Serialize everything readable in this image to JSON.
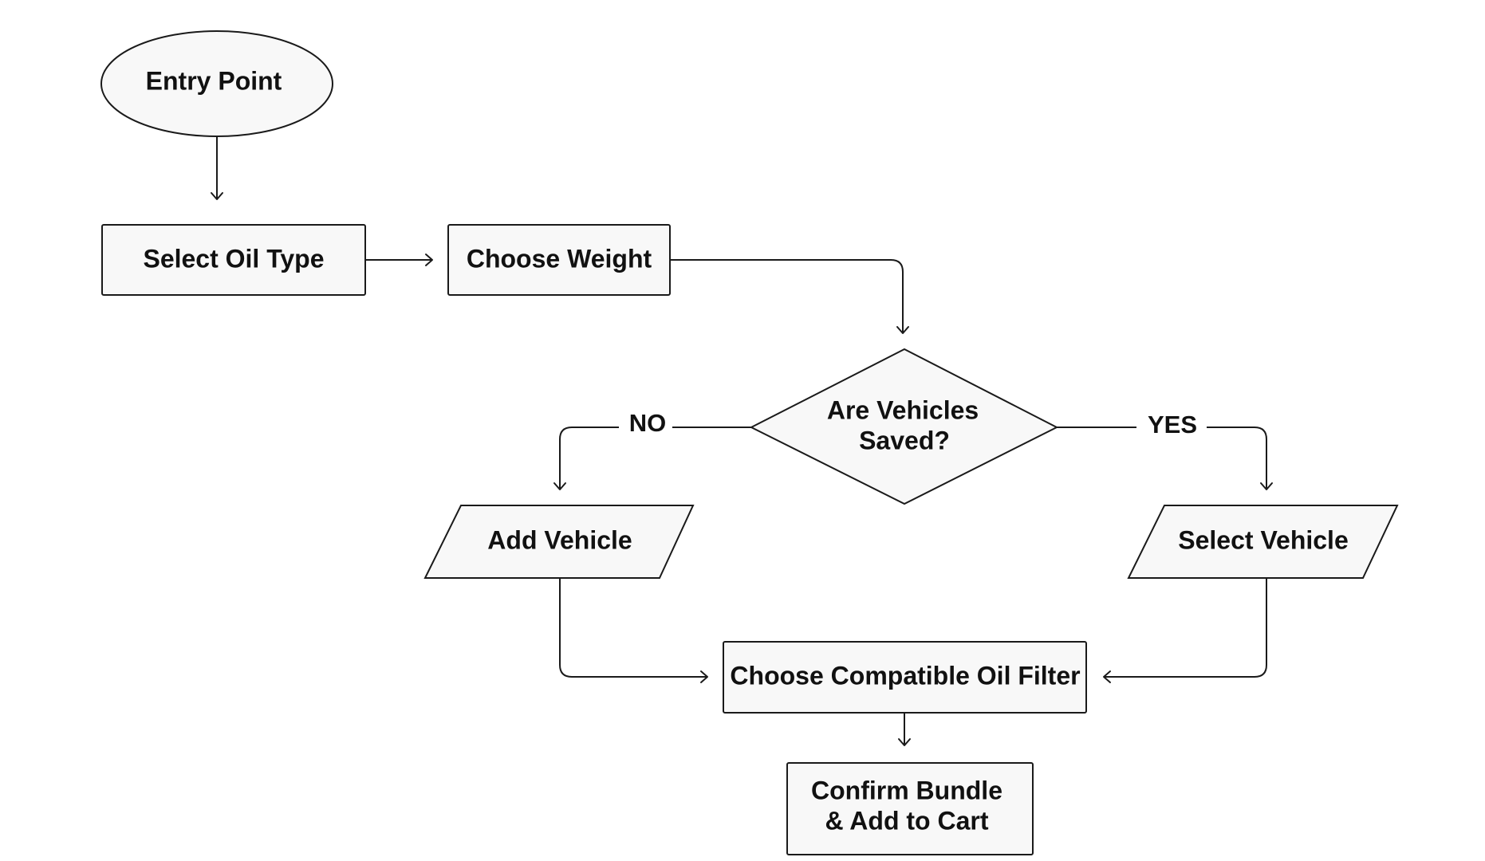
{
  "flowchart": {
    "nodes": {
      "entry_point": {
        "label": "Entry Point"
      },
      "select_oil_type": {
        "label": "Select Oil Type"
      },
      "choose_weight": {
        "label": "Choose Weight"
      },
      "vehicles_saved": {
        "line1": "Are Vehicles",
        "line2": "Saved?"
      },
      "add_vehicle": {
        "label": "Add Vehicle"
      },
      "select_vehicle": {
        "label": "Select Vehicle"
      },
      "choose_filter": {
        "label": "Choose Compatible Oil Filter"
      },
      "confirm_bundle": {
        "line1": "Confirm Bundle",
        "line2": "& Add to Cart"
      }
    },
    "edge_labels": {
      "no": "NO",
      "yes": "YES"
    }
  }
}
